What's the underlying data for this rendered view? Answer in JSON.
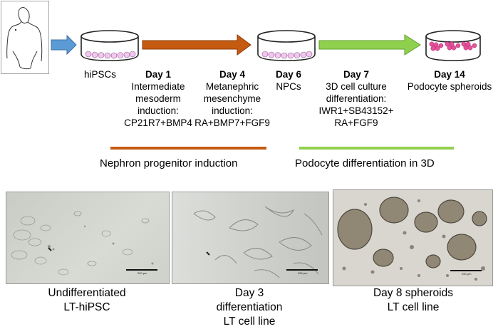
{
  "colors": {
    "arrow_blue": "#5b9bd5",
    "arrow_orange": "#c55a11",
    "arrow_green": "#8fd14f",
    "bar_orange": "#c55a11",
    "bar_green": "#92d050",
    "cell_pink_light": "#f2c6f0",
    "cell_pink_dark": "#e6509c"
  },
  "icons": [
    "person-silhouette-icon",
    "culture-dish-icon",
    "spheroid-dish-icon"
  ],
  "timeline": {
    "hipscs": "hiPSCs",
    "day1": {
      "label": "Day 1",
      "lines": [
        "Intermediate",
        "mesoderm",
        "induction:",
        "CP21R7+BMP4"
      ]
    },
    "day4": {
      "label": "Day 4",
      "lines": [
        "Metanephric",
        "mesenchyme",
        "induction:",
        "RA+BMP7+FGF9"
      ]
    },
    "day6": {
      "label": "Day 6",
      "lines": [
        "NPCs"
      ]
    },
    "day7": {
      "label": "Day 7",
      "lines": [
        "3D cell culture",
        "differentiation:",
        "IWR1+SB43152+",
        "RA+FGF9"
      ]
    },
    "day14": {
      "label": "Day 14",
      "lines": [
        "Podocyte spheroids"
      ]
    }
  },
  "sections": {
    "nephron": "Nephron progenitor induction",
    "podocyte": "Podocyte differentiation in 3D"
  },
  "panels": [
    {
      "caption": [
        "Undifferentiated",
        "LT-hiPSC"
      ],
      "scale": "250 µm"
    },
    {
      "caption": [
        "Day 3",
        "differentiation",
        "LT cell line"
      ],
      "scale": "250 µm"
    },
    {
      "caption": [
        "Day 8 spheroids",
        "LT cell line"
      ],
      "scale": "250 µm"
    }
  ]
}
